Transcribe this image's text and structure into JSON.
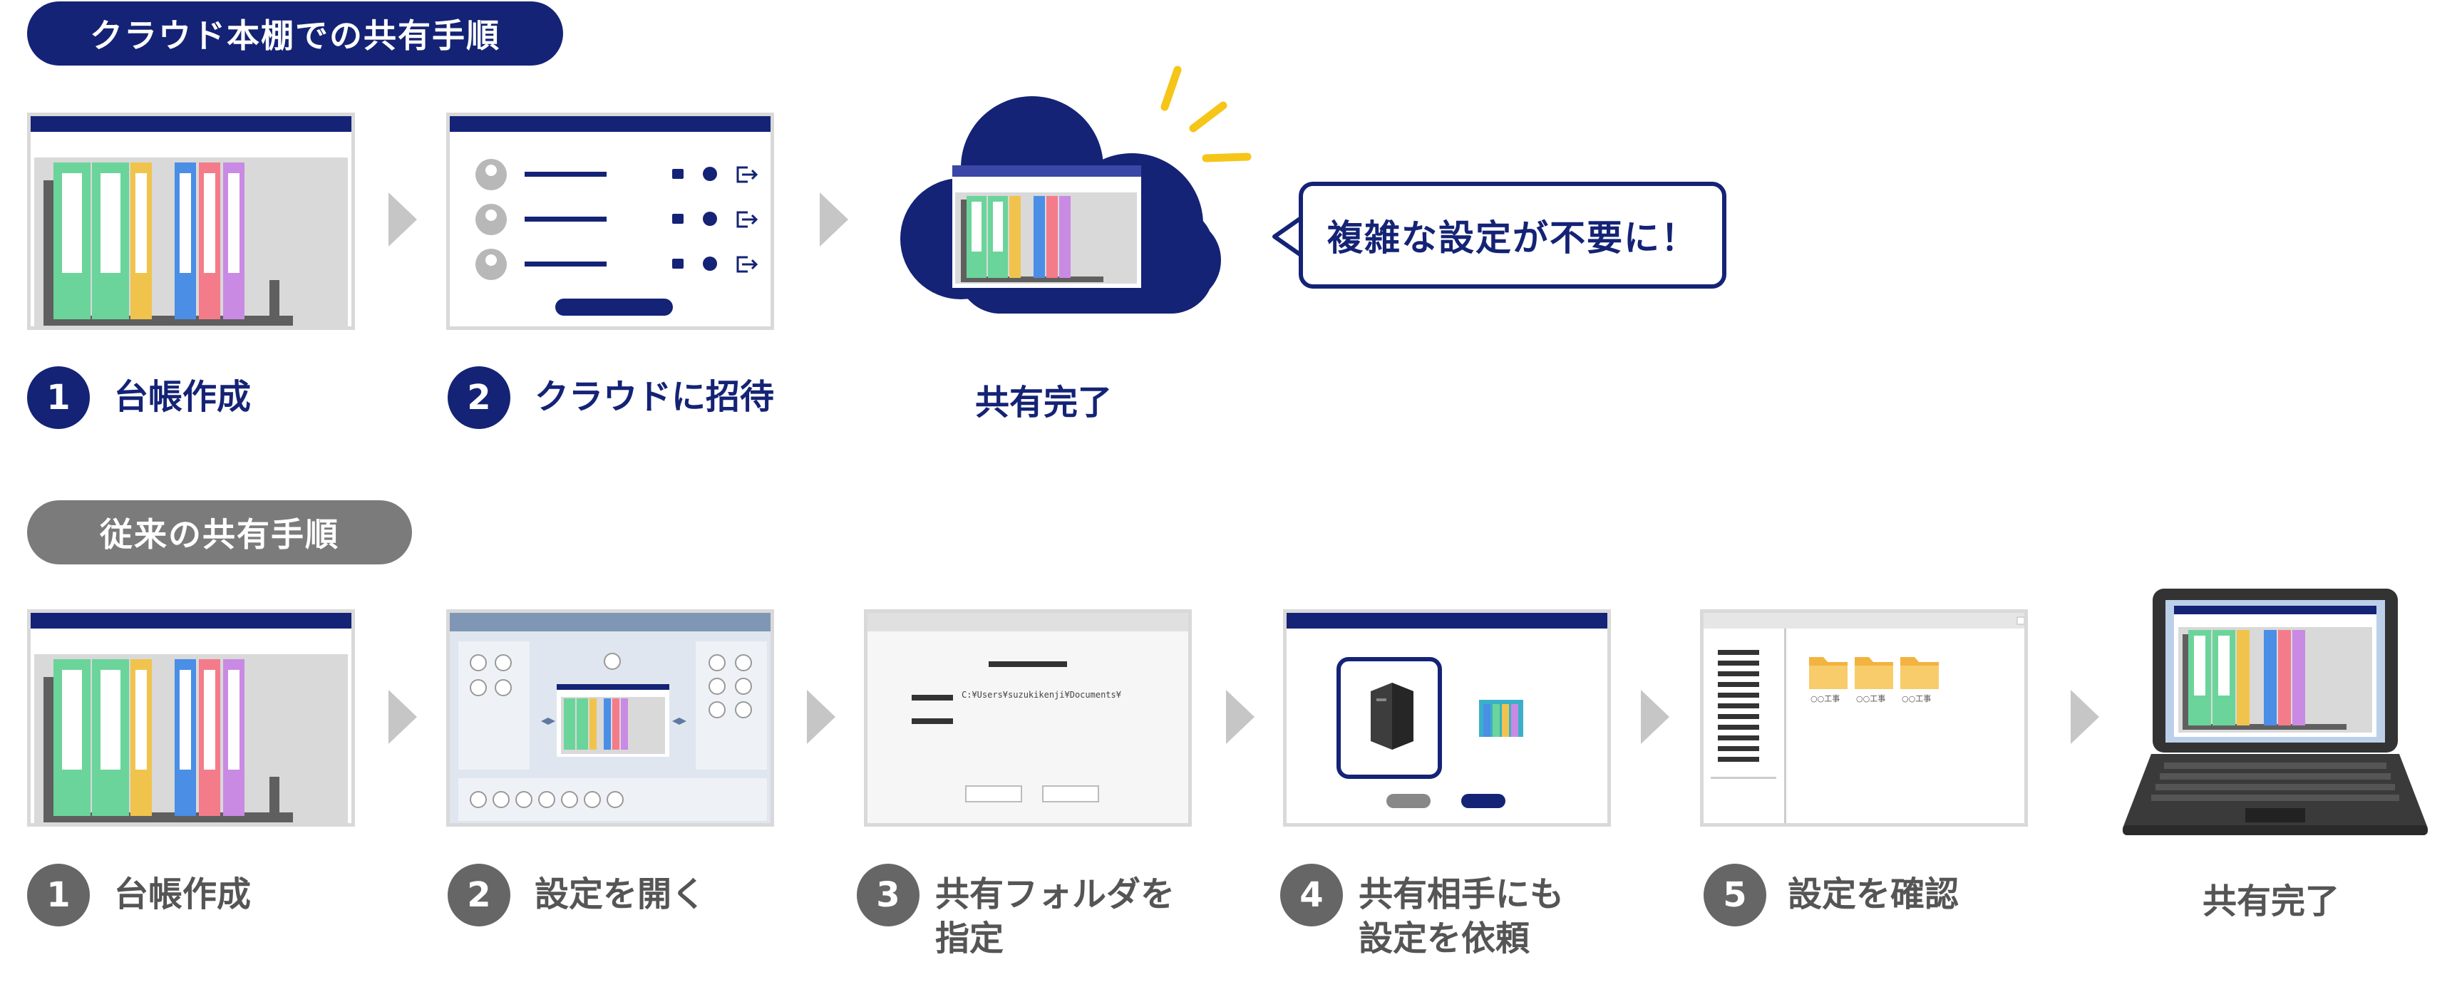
{
  "cloud_section": {
    "title": "クラウド本棚での共有手順",
    "steps": [
      {
        "number": "1",
        "label": "台帳作成"
      },
      {
        "number": "2",
        "label": "クラウドに招待"
      }
    ],
    "complete_label": "共有完了",
    "callout": "複雑な設定が不要に！"
  },
  "traditional_section": {
    "title": "従来の共有手順",
    "steps": [
      {
        "number": "1",
        "label": "台帳作成"
      },
      {
        "number": "2",
        "label": "設定を開く"
      },
      {
        "number": "3",
        "label": "共有フォルダを\n指定"
      },
      {
        "number": "4",
        "label": "共有相手にも\n設定を依頼"
      },
      {
        "number": "5",
        "label": "設定を確認"
      }
    ],
    "complete_label": "共有完了"
  },
  "illustrations": {
    "path_text": "C:¥Users¥suzukikenji¥Documents¥",
    "folder_captions": [
      "○○工事",
      "○○工事",
      "○○工事"
    ]
  },
  "colors": {
    "navy": "#142375",
    "gray": "#7b7b7b",
    "arrow": "#c6c6c6",
    "yellow": "#f5c518"
  }
}
